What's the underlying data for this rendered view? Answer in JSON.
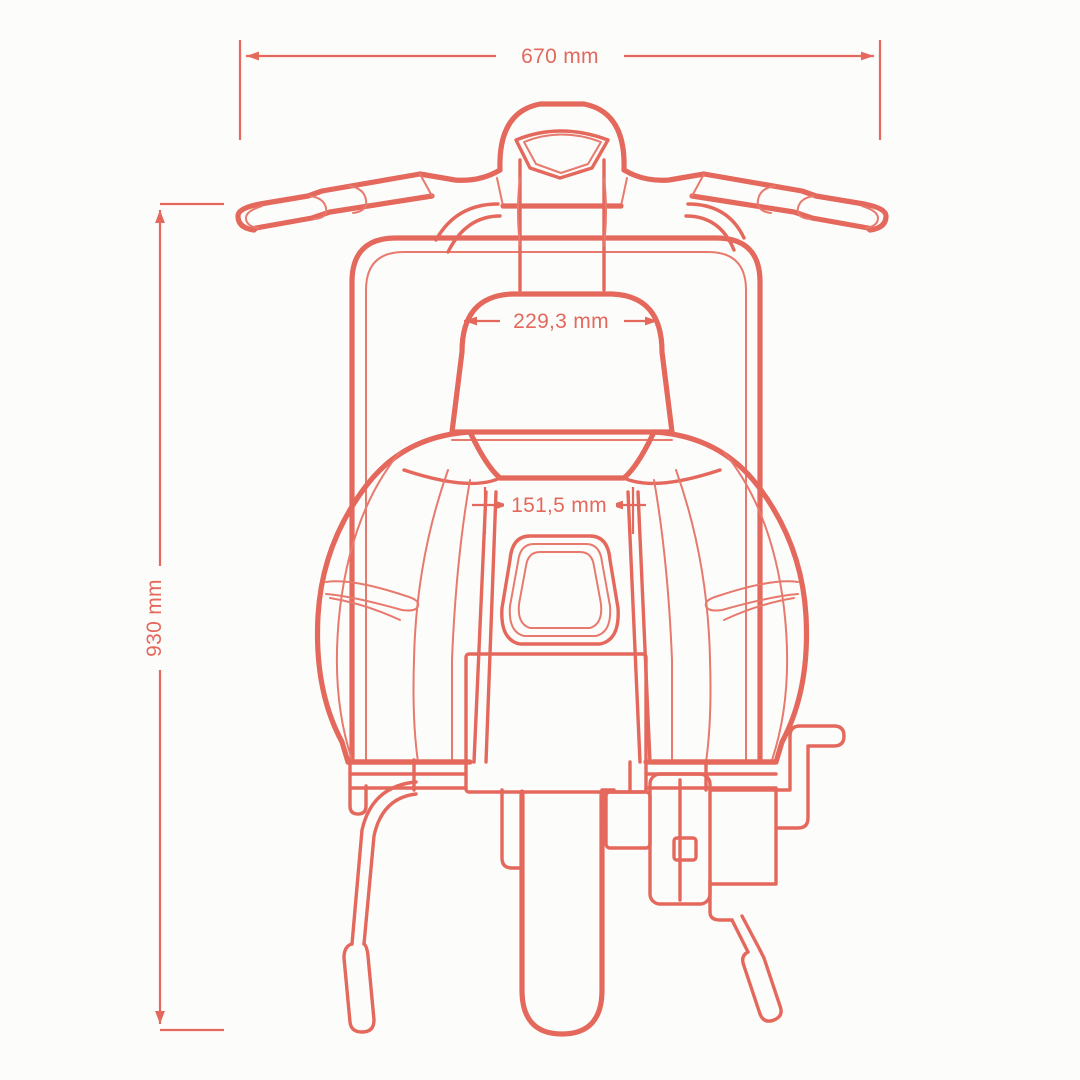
{
  "drawing": {
    "title": "Scooter front view dimensioned drawing",
    "subject": "scooter-front-elevation",
    "background_color": "#fcfcfb",
    "line_color": "#e4685c",
    "line_color_light": "#e8796d",
    "units": "mm"
  },
  "dimensions": {
    "overall_width": {
      "label": "670 mm",
      "value": 670,
      "unit": "mm",
      "orientation": "horizontal",
      "measures": "overall handlebar width"
    },
    "overall_height": {
      "label": "930 mm",
      "value": 930,
      "unit": "mm",
      "orientation": "vertical",
      "measures": "overall height"
    },
    "seat_width": {
      "label": "229,3 mm",
      "value": 229.3,
      "unit": "mm",
      "orientation": "horizontal",
      "measures": "seat / backrest top width"
    },
    "legshield_inner_width": {
      "label": "151,5 mm",
      "value": 151.5,
      "unit": "mm",
      "orientation": "horizontal",
      "measures": "inner legshield tunnel width"
    }
  },
  "parts": [
    {
      "name": "handlebar-assembly"
    },
    {
      "name": "left-grip"
    },
    {
      "name": "right-grip"
    },
    {
      "name": "headlight-nacelle"
    },
    {
      "name": "mirror-stalk-left"
    },
    {
      "name": "mirror-stalk-right"
    },
    {
      "name": "rear-rack-frame"
    },
    {
      "name": "seat"
    },
    {
      "name": "left-legshield"
    },
    {
      "name": "right-legshield"
    },
    {
      "name": "horn-cover"
    },
    {
      "name": "front-carrier-box"
    },
    {
      "name": "front-wheel-fender"
    },
    {
      "name": "side-stand"
    },
    {
      "name": "kickstarter-lever"
    },
    {
      "name": "floorboard-left"
    },
    {
      "name": "floorboard-right"
    }
  ]
}
